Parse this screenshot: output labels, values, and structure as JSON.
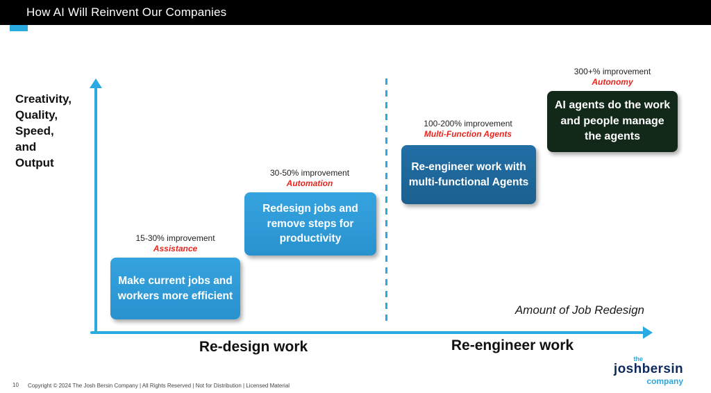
{
  "header": {
    "title": "How AI Will Reinvent Our Companies"
  },
  "diagram": {
    "y_axis_label": "Creativity,\nQuality,\nSpeed,\nand\nOutput",
    "x_axis_label": "Amount of Job Redesign",
    "section_labels": {
      "left": "Re-design work",
      "right": "Re-engineer work"
    },
    "stages": [
      {
        "improvement": "15-30% improvement",
        "tag": "Assistance",
        "box_text": "Make current jobs and workers more efficient"
      },
      {
        "improvement": "30-50% improvement",
        "tag": "Automation",
        "box_text": "Redesign jobs and remove steps for productivity"
      },
      {
        "improvement": "100-200% improvement",
        "tag": "Multi-Function Agents",
        "box_text": "Re-engineer work with multi-functional Agents"
      },
      {
        "improvement": "300+% improvement",
        "tag": "Autonomy",
        "box_text": "AI agents do the work and people manage the agents"
      }
    ],
    "colors": {
      "axis_blue": "#29ABE2",
      "stage_box_light_blue": "#2E9BD9",
      "stage_box_dark_blue": "#1E6A9E",
      "stage_box_dark_green": "#12291A",
      "tag_red": "#E8251D"
    }
  },
  "footer": {
    "page_number": "10",
    "copyright": "Copyright © 2024 The Josh Bersin Company | All Rights Reserved | Not for Distribution  | Licensed Material"
  },
  "logo": {
    "prefix": "the",
    "name": "joshbersin",
    "suffix": "company"
  }
}
